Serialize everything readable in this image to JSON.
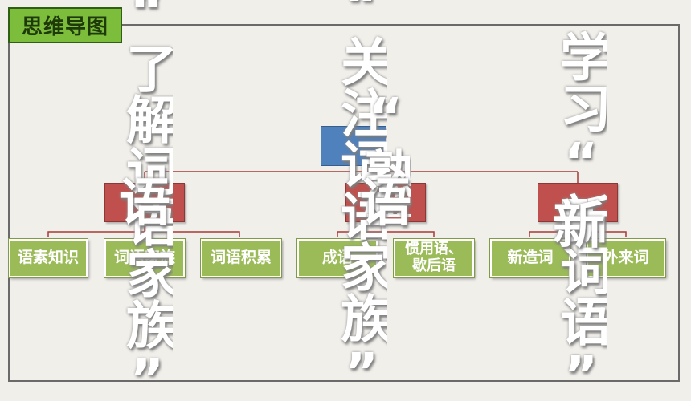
{
  "header": {
    "title": "思维导图"
  },
  "watermarks": {
    "left": "“了解词语家族”",
    "middle_a": "“关注词语家族”",
    "middle_b": "“熟悉”",
    "right": "学习“新词语”",
    "cat_left": "语",
    "cat_middle": "语",
    "cat_right": "新"
  },
  "mindmap": {
    "leaves": [
      {
        "label": "语素知识"
      },
      {
        "label": "词语家族"
      },
      {
        "label": "词语积累"
      },
      {
        "label": "成语"
      },
      {
        "label": "惯用语、\n歇后语"
      },
      {
        "label": "新造词"
      },
      {
        "label": "外来词"
      }
    ]
  },
  "colors": {
    "root": "#4f81bd",
    "category": "#c0504d",
    "leaf": "#9bbb59",
    "title_badge": "#7cbd3b",
    "connector": "#a83a38"
  }
}
